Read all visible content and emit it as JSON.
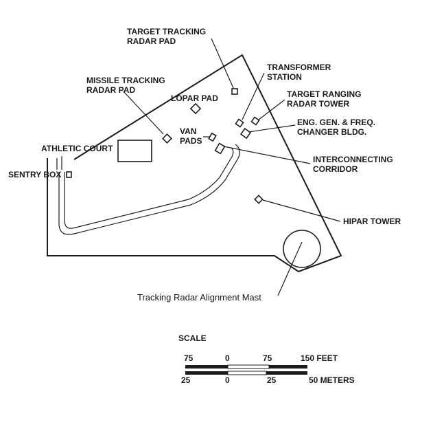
{
  "labels": {
    "target_tracking_radar_pad": [
      "TARGET TRACKING",
      "RADAR PAD"
    ],
    "transformer_station": [
      "TRANSFORMER",
      "STATION"
    ],
    "missile_tracking_radar_pad": [
      "MISSILE TRACKING",
      "RADAR PAD"
    ],
    "lopar_pad": "LOPAR PAD",
    "target_ranging_radar_tower": [
      "TARGET RANGING",
      "RADAR TOWER"
    ],
    "eng_gen_freq_changer": [
      "ENG. GEN. & FREQ.",
      "CHANGER BLDG."
    ],
    "van_pads": [
      "VAN",
      "PADS"
    ],
    "athletic_court": "ATHLETIC COURT",
    "interconnecting_corridor": [
      "INTERCONNECTING",
      "CORRIDOR"
    ],
    "sentry_box": "SENTRY BOX",
    "hipar_tower": "HIPAR TOWER",
    "tracking_radar_alignment_mast": "Tracking Radar Alignment Mast"
  },
  "scale": {
    "title": "SCALE",
    "feet_ticks": [
      "75",
      "0",
      "75",
      "150 FEET"
    ],
    "meter_ticks": [
      "25",
      "0",
      "25",
      "50 METERS"
    ]
  }
}
